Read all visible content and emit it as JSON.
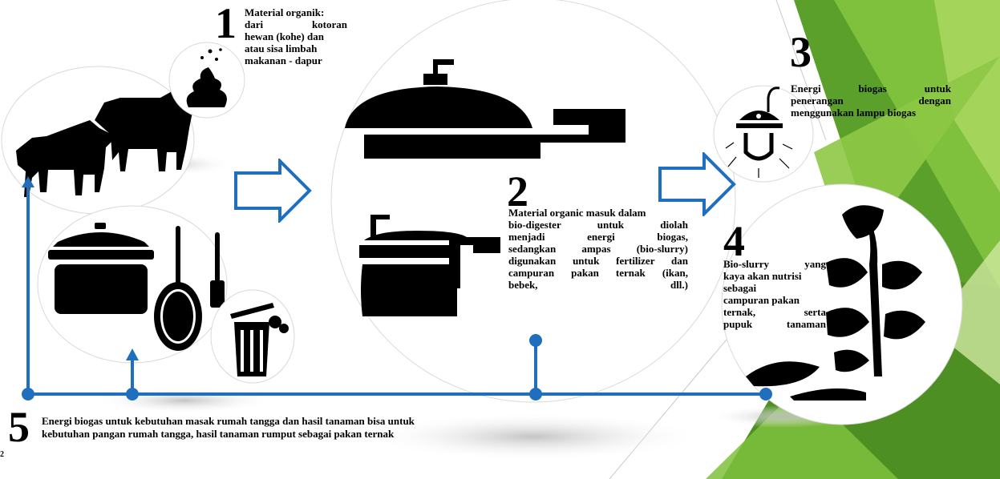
{
  "step1": {
    "number": "1",
    "lines": [
      "Material organik:",
      "dari kotoran",
      "hewan (kohe) dan",
      "atau sisa limbah",
      "makanan - dapur"
    ]
  },
  "step2": {
    "number": "2",
    "lines": [
      "Material organic masuk dalam",
      "bio-digester untuk diolah",
      "menjadi energi biogas,",
      "sedangkan ampas (bio-slurry)",
      "digunakan untuk fertilizer dan",
      "campuran pakan ternak (ikan,",
      "bebek, dll.)"
    ]
  },
  "step3": {
    "number": "3",
    "lines": [
      "Energi biogas untuk",
      "penerangan dengan",
      "menggunakan lampu biogas"
    ]
  },
  "step4": {
    "number": "4",
    "lines": [
      "Bio-slurry yang",
      "kaya akan nutrisi",
      "sebagai",
      "campuran pakan",
      "ternak, serta",
      "pupuk tanaman"
    ]
  },
  "step5": {
    "number": "5",
    "lines": [
      "Energi biogas untuk kebutuhan masak rumah tangga dan hasil tanaman bisa untuk",
      "kebutuhan pangan rumah tangga, hasil tanaman rumput sebagai pakan ternak"
    ]
  },
  "page_number": "2",
  "colors": {
    "flow_line": "#1f6fbe",
    "arrow_outline": "#1f6fbe",
    "green_dark": "#5a9e2a",
    "green_light": "#9cd24a",
    "icon": "#000000"
  },
  "icons": [
    "cow-icon",
    "poop-icon",
    "digester-dome-icon",
    "digester-tank-icon",
    "biogas-lamp-icon",
    "plant-icon",
    "cooking-pot-icon",
    "frying-pan-icon",
    "spatula-icon",
    "trash-bin-icon",
    "right-arrow-icon"
  ]
}
